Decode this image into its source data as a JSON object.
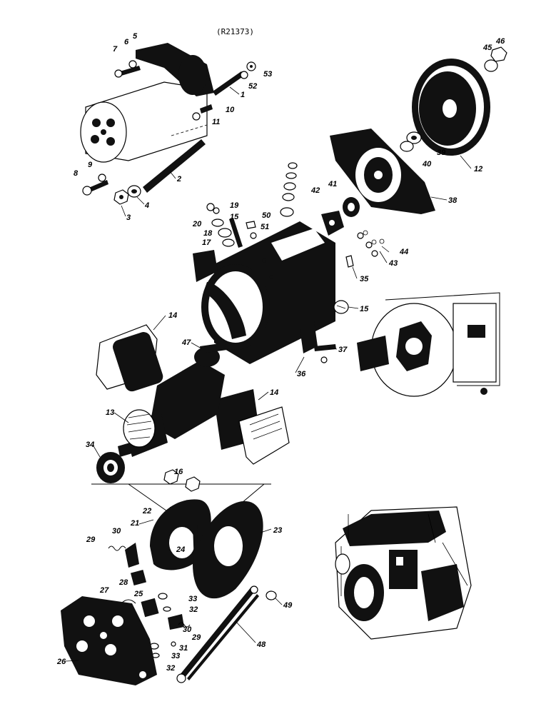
{
  "reference_code": "(R21373)",
  "part_numbers": [
    "1",
    "2",
    "3",
    "4",
    "5",
    "6",
    "7",
    "8",
    "9",
    "10",
    "11",
    "12",
    "13",
    "14",
    "14",
    "15",
    "15",
    "16",
    "17",
    "18",
    "19",
    "20",
    "21",
    "22",
    "23",
    "24",
    "25",
    "26",
    "27",
    "28",
    "29",
    "29",
    "30",
    "30",
    "31",
    "32",
    "32",
    "33",
    "33",
    "34",
    "35",
    "36",
    "37",
    "38",
    "39",
    "40",
    "41",
    "42",
    "43",
    "44",
    "45",
    "46",
    "47",
    "48",
    "49",
    "50",
    "51",
    "52",
    "53"
  ],
  "colors": {
    "ink": "#111111",
    "paper": "#ffffff"
  }
}
